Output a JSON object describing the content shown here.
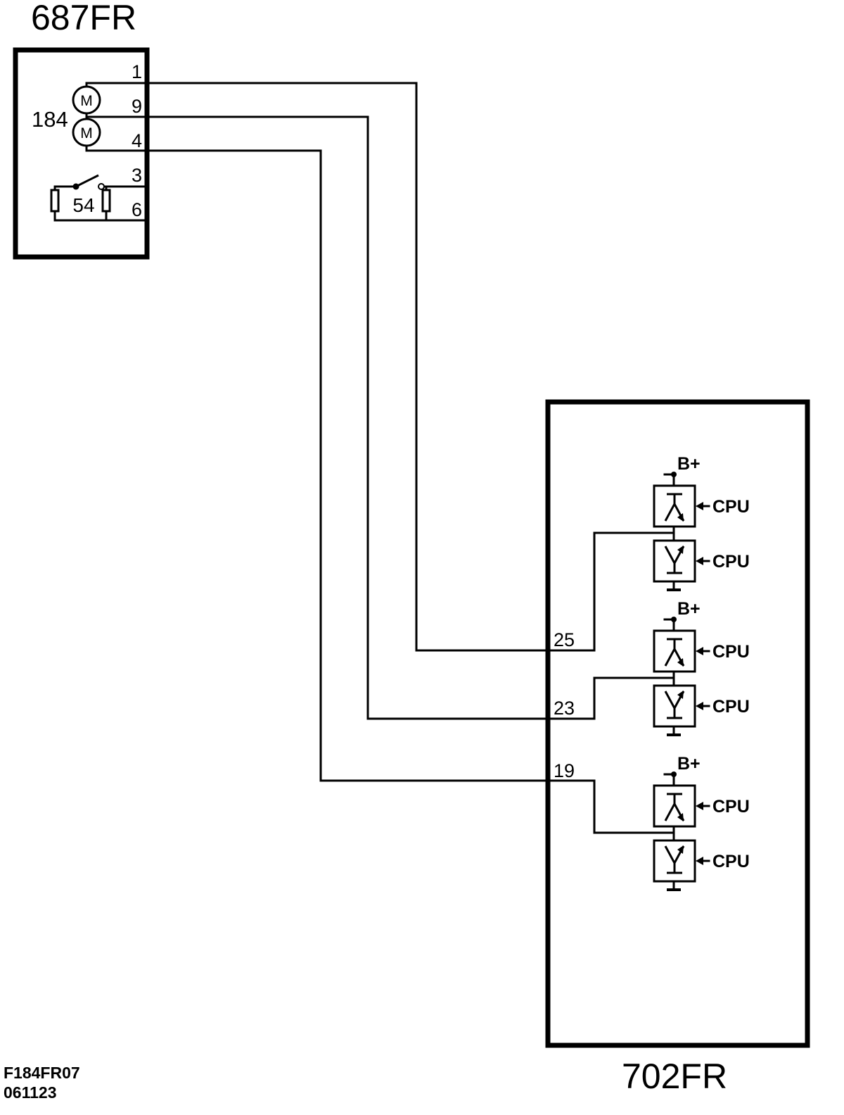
{
  "colors": {
    "ink": "#000000",
    "paper": "#ffffff"
  },
  "module_687fr": {
    "label": "687FR",
    "motor_label": "184",
    "motor_symbols": [
      "M",
      "M"
    ],
    "switch_label": "54",
    "pins": [
      "1",
      "9",
      "4",
      "3",
      "6"
    ]
  },
  "module_702fr": {
    "label": "702FR",
    "stages": [
      {
        "pin": "25",
        "supply": "B+",
        "high_side_control": "CPU",
        "low_side_control": "CPU"
      },
      {
        "pin": "23",
        "supply": "B+",
        "high_side_control": "CPU",
        "low_side_control": "CPU"
      },
      {
        "pin": "19",
        "supply": "B+",
        "high_side_control": "CPU",
        "low_side_control": "CPU"
      }
    ]
  },
  "footer": {
    "lines": [
      "F184FR07",
      "061123"
    ]
  }
}
